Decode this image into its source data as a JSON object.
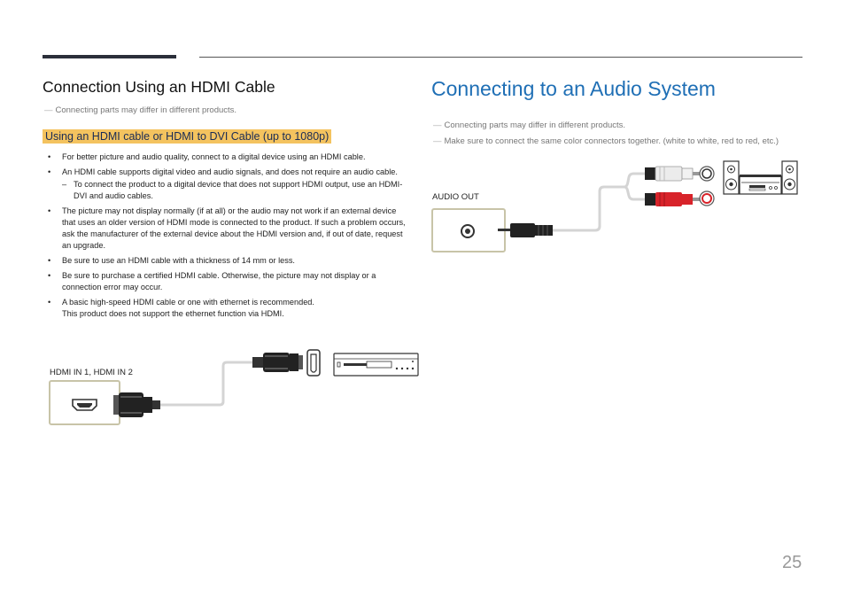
{
  "left": {
    "heading": "Connection Using an HDMI Cable",
    "note": "Connecting parts may differ in different products.",
    "subheading": "Using an HDMI cable or HDMI to DVI Cable (up to 1080p)",
    "bullets": [
      {
        "text": "For better picture and audio quality, connect to a digital device using an HDMI cable."
      },
      {
        "text": "An HDMI cable supports digital video and audio signals, and does not require an audio cable.",
        "sub": "To connect the product to a digital device that does not support HDMI output, use an HDMI-DVI and audio cables."
      },
      {
        "text": "The picture may not display normally (if at all) or the audio may not work if an external device that uses an older version of HDMI mode is connected to the product. If such a problem occurs, ask the manufacturer of the external device about the HDMI version and, if out of date, request an upgrade."
      },
      {
        "text": "Be sure to use an HDMI cable with a thickness of 14 mm or less."
      },
      {
        "text": "Be sure to purchase a certified HDMI cable. Otherwise, the picture may not display or a connection error may occur."
      },
      {
        "text": "A basic high-speed HDMI cable or one with ethernet is recommended.",
        "line2": "This product does not support the ethernet function via HDMI."
      }
    ],
    "port_label": "HDMI IN 1, HDMI IN 2"
  },
  "right": {
    "heading": "Connecting to an Audio System",
    "notes": [
      "Connecting parts may differ in different products.",
      "Make sure to connect the same color connectors together. (white to white, red to red, etc.)"
    ],
    "port_label": "AUDIO OUT"
  },
  "page_number": "25",
  "colors": {
    "heading_blue": "#1f6fb5",
    "highlight": "#f4c35f",
    "port_border": "#c8c4a8",
    "rca_red": "#d8232a"
  }
}
